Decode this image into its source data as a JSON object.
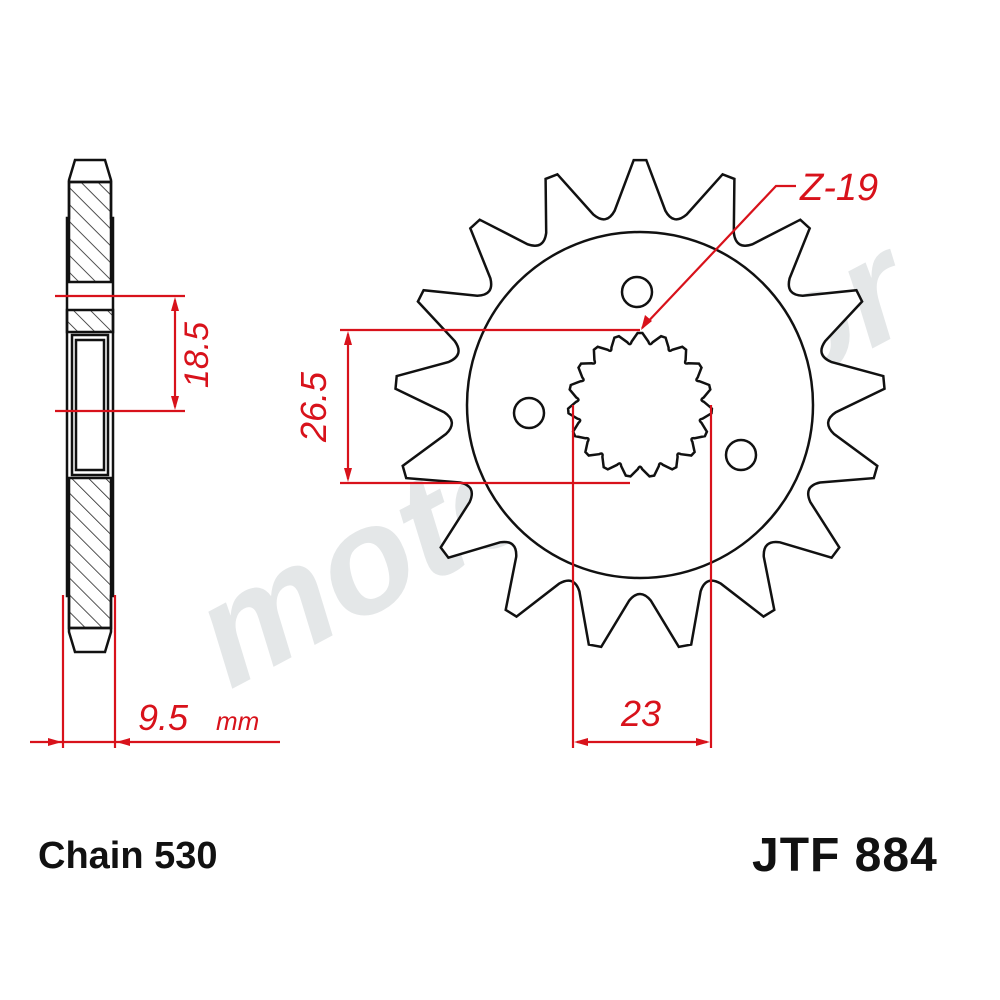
{
  "diagram": {
    "chain_label": "Chain 530",
    "part_number": "JTF 884",
    "spline_label": "Z-19",
    "dimensions": {
      "thickness": "9.5",
      "thickness_unit": "mm",
      "hub_width": "18.5",
      "spline_outer": "26.5",
      "spline_inner": "23"
    },
    "watermark": "moto2door",
    "sprocket_teeth": 17,
    "spline_teeth": 19,
    "colors": {
      "outline": "#111111",
      "dimension": "#d8121b",
      "watermark": "#d9dee0",
      "watermark_accent": "#c9ecec"
    }
  }
}
